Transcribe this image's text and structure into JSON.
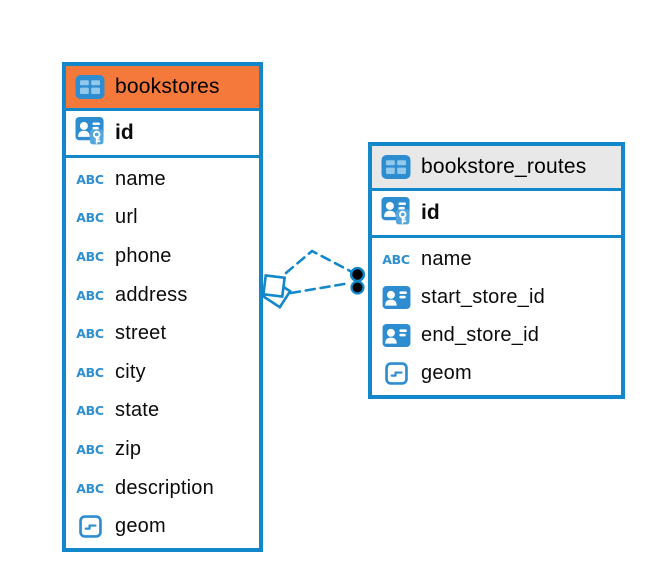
{
  "diagram": {
    "tables": [
      {
        "name": "bookstores",
        "header_color": "#f6793c",
        "columns": [
          {
            "name": "id",
            "type": "primary-key"
          },
          {
            "name": "name",
            "type": "text"
          },
          {
            "name": "url",
            "type": "text"
          },
          {
            "name": "phone",
            "type": "text"
          },
          {
            "name": "address",
            "type": "text"
          },
          {
            "name": "street",
            "type": "text"
          },
          {
            "name": "city",
            "type": "text"
          },
          {
            "name": "state",
            "type": "text"
          },
          {
            "name": "zip",
            "type": "text"
          },
          {
            "name": "description",
            "type": "text"
          },
          {
            "name": "geom",
            "type": "geometry"
          }
        ]
      },
      {
        "name": "bookstore_routes",
        "header_color": "#e8e8e8",
        "columns": [
          {
            "name": "id",
            "type": "primary-key"
          },
          {
            "name": "name",
            "type": "text"
          },
          {
            "name": "start_store_id",
            "type": "foreign-key"
          },
          {
            "name": "end_store_id",
            "type": "foreign-key"
          },
          {
            "name": "geom",
            "type": "geometry"
          }
        ]
      }
    ],
    "relationships": [
      {
        "from": "bookstore_routes.start_store_id",
        "to": "bookstores.id",
        "style": "dashed"
      },
      {
        "from": "bookstore_routes.end_store_id",
        "to": "bookstores.id",
        "style": "dashed"
      }
    ],
    "icons": {
      "text_glyph": "ABC"
    },
    "colors": {
      "accent_blue": "#1287c9",
      "icon_blue": "#2e8dd1",
      "bookstores_header": "#f6793c",
      "routes_header": "#e8e8e8",
      "endpoint_dot": "#000000"
    }
  }
}
